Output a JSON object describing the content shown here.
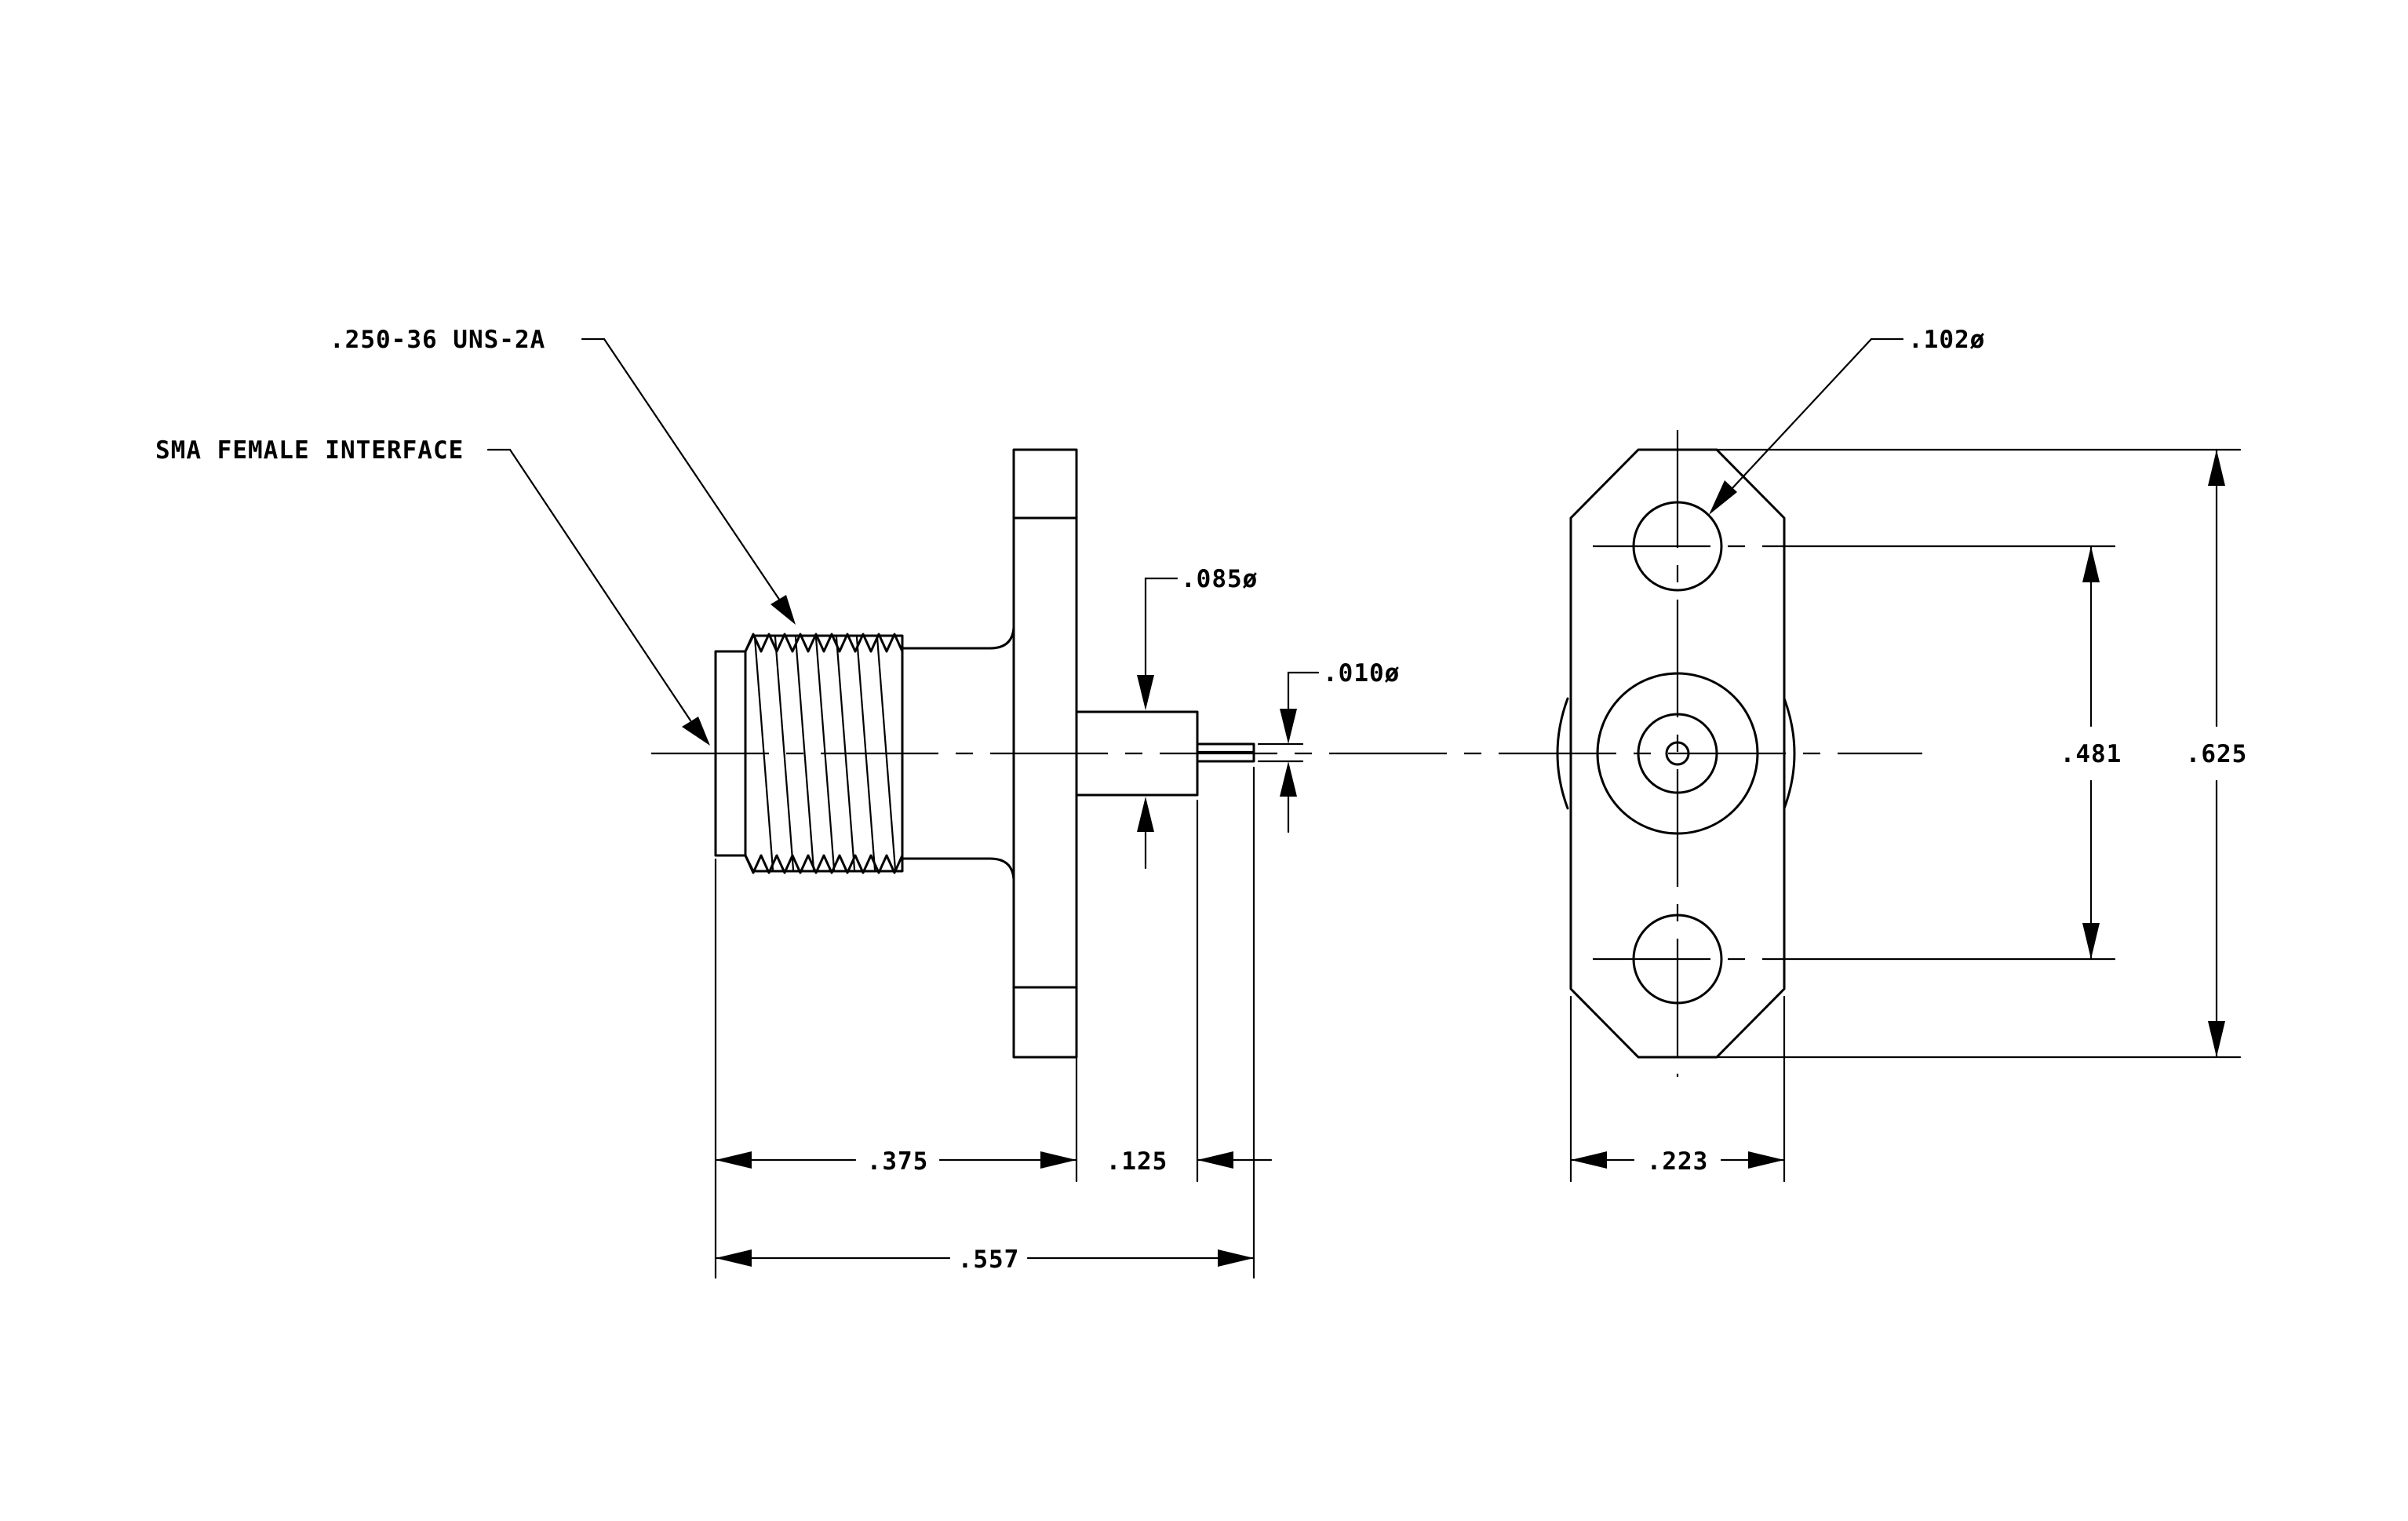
{
  "callouts": {
    "thread": ".250-36 UNS-2A",
    "interface": "SMA FEMALE INTERFACE",
    "body_dia": ".085ø",
    "pin_dia": ".010ø",
    "hole_dia": ".102ø"
  },
  "dimensions": {
    "front_length": ".375",
    "body_length": ".125",
    "overall_length": ".557",
    "flange_width": ".223",
    "hole_spacing": ".481",
    "flange_height": ".625"
  }
}
